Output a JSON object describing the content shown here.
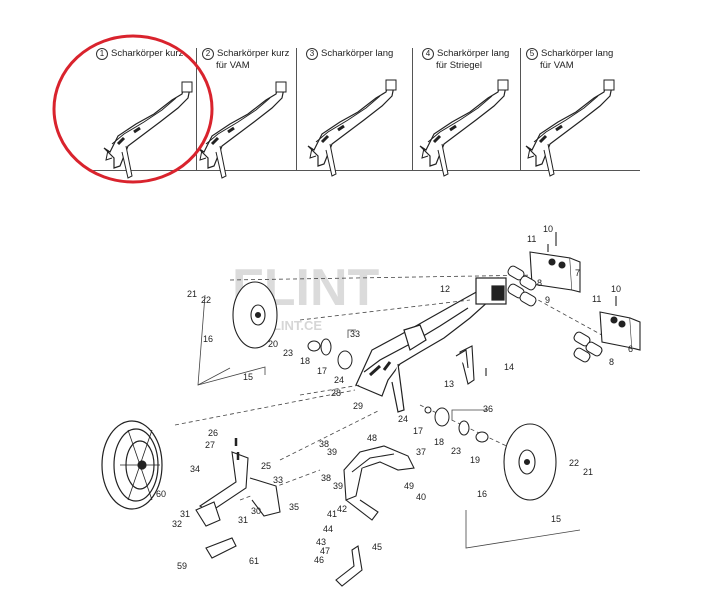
{
  "variants": [
    {
      "num": "1",
      "line1": "Scharkörper kurz",
      "line2": ""
    },
    {
      "num": "2",
      "line1": "Scharkörper kurz",
      "line2": "für VAM"
    },
    {
      "num": "3",
      "line1": "Scharkörper lang",
      "line2": ""
    },
    {
      "num": "4",
      "line1": "Scharkörper lang",
      "line2": "für Striegel"
    },
    {
      "num": "5",
      "line1": "Scharkörper lang",
      "line2": "für VAM"
    }
  ],
  "watermark": {
    "main": "FLINT",
    "sub": "FLINT.CE"
  },
  "highlight_color": "#d9232d",
  "callouts": {
    "c10a": "10",
    "c11a": "11",
    "c7": "7",
    "c8a": "8",
    "c9": "9",
    "c12": "12",
    "c11b": "11",
    "c10b": "10",
    "c6": "6",
    "c8b": "8",
    "c21a": "21",
    "c22a": "22",
    "c16a": "16",
    "c33": "33",
    "c20": "20",
    "c23a": "23",
    "c18a": "18",
    "c17a": "17",
    "c24a": "24",
    "c28": "28",
    "c29": "29",
    "c15a": "15",
    "c13": "13",
    "c14": "14",
    "c36": "36",
    "c24b": "24",
    "c17b": "17",
    "c18b": "18",
    "c23b": "23",
    "c19": "19",
    "c22b": "22",
    "c21b": "21",
    "c16b": "16",
    "c15b": "15",
    "c26": "26",
    "c27": "27",
    "c25": "25",
    "c34": "34",
    "c33b": "33",
    "c60": "60",
    "c30": "30",
    "c35": "35",
    "c31a": "31",
    "c31b": "31",
    "c32": "32",
    "c59": "59",
    "c61": "61",
    "c38a": "38",
    "c39a": "39",
    "c48": "48",
    "c37": "37",
    "c38b": "38",
    "c39b": "39",
    "c49": "49",
    "c40": "40",
    "c42": "42",
    "c41": "41",
    "c44": "44",
    "c43": "43",
    "c47": "47",
    "c46": "46",
    "c45": "45"
  }
}
